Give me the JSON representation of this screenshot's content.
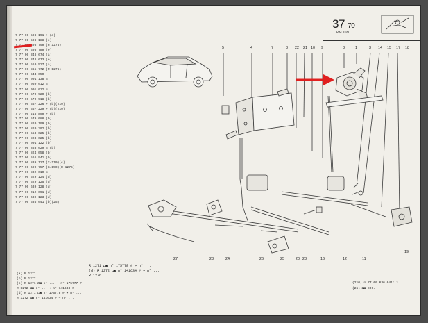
{
  "header": {
    "page_number": "37",
    "page_suffix": "70",
    "date": "PM 1080"
  },
  "parts_list": [
    "7 77 00 598 191  + (a)",
    "7 77 00 598 188  (e)",
    "7 77 00 598 790  (R 1276)",
    "7 77 00 598 780  (e)",
    "7 77 00 348 674  (a)",
    "7 77 00 348 673  (e)",
    "7 77 00 510 527  (a)",
    "7 77 00 865 772  (R 1276)",
    "7 77 00 544 050",
    "7 77 00 001 138  ☒",
    "7 77 00 050 012  ☒",
    "7 77 00 001 012  ☒",
    "7 77 00 570 920  (b)",
    "7 77 00 570 918  (b)",
    "7 77 00 567 226  + (b)(210)",
    "7 77 00 567 229  + (b)(210)",
    "7 77 00 216 800  + (b)",
    "7 77 00 579 088  (b)",
    "7 77 00 820 199  (b)",
    "7 77 00 820 202  (b)",
    "7 77 00 553 025  (b)",
    "7 77 00 823 025  (b)",
    "7 77 00 001 122  (b)",
    "7 77 00 853 029  ☒ (b)",
    "7 77 00 824 058  (b)",
    "7 77 00 566 941  (b)",
    "7 77 00 839 127  (X=110)(c)",
    "7 77 00 690 757  (X=150)(R 1276)",
    "7 77 00 832 010  ☒",
    "7 77 00 629 124  (d)",
    "7 77 00 629 125  (d)",
    "7 77 00 639 128  (d)",
    "7 77 00 012 091  (d)",
    "7 77 00 639 123  (d)",
    "7 77 00 636 041  (b)(25)"
  ],
  "reference_numbers_top": [
    "5",
    "4",
    "7",
    "8",
    "22",
    "21",
    "10",
    "9",
    "8",
    "1",
    "3",
    "14",
    "15",
    "17",
    "18"
  ],
  "reference_numbers_bottom": [
    "27",
    "23",
    "24",
    "26",
    "25",
    "20",
    "28",
    "16",
    "12",
    "11",
    "19"
  ],
  "bottom_table": [
    "R 1271  ◘◙  n°  175778 #   ➔  n° ...",
    "(d)  R 1272  ◘◙  n°  141634 #   ➔  n° ...",
    "R 1276"
  ],
  "bottom_left": [
    "(a)  R 1271",
    "(b)  R 1272",
    "(c)  R 1271  ◘◙  n° ...   ➔  n°  175777 #",
    "     R 1272  ◘◙  n° ...   ➔  n°  141633 #",
    "(d)  R 1271  ◘◙  n°  175778 #  ➔  n° ...",
    "     R 1272  ◘◙  n°  141634 #  ➔  n° ..."
  ],
  "bottom_right": [
    "(210)   ☒   77 00 636 041: 1.",
    "(25)   ◘◙ E06."
  ],
  "colors": {
    "paper": "#f1efe9",
    "ink": "#2a2a2a",
    "annotation_red": "#e02020"
  }
}
